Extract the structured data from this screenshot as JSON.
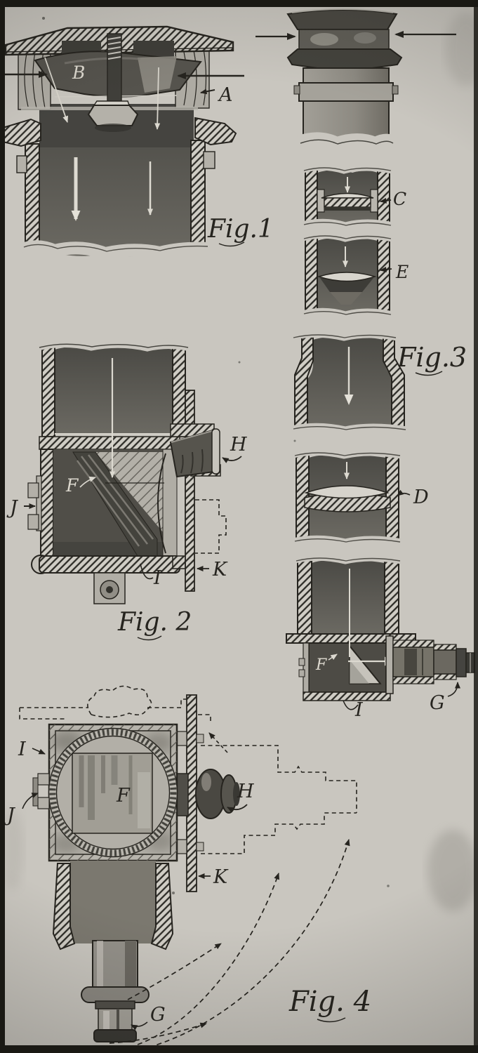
{
  "plate": {
    "description": "Engraved technical plate with four cross-section figures of a deck-light / periscope optical apparatus",
    "figure_count": 4,
    "figures": [
      {
        "name": "Fig.1",
        "part_labels": [
          "B",
          "A"
        ]
      },
      {
        "name": "Fig. 2",
        "part_labels": [
          "F",
          "H",
          "J",
          "I",
          "K"
        ]
      },
      {
        "name": "Fig.3",
        "part_labels": [
          "C",
          "E",
          "D",
          "F",
          "I",
          "G"
        ]
      },
      {
        "name": "Fig. 4",
        "part_labels": [
          "I",
          "J",
          "F",
          "H",
          "K",
          "G"
        ]
      }
    ]
  },
  "captions": {
    "fig1": "Fig.1",
    "fig2": "Fig. 2",
    "fig3": "Fig.3",
    "fig4": "Fig. 4"
  },
  "labels": {
    "fig1_b": "B",
    "fig1_a": "A",
    "fig2_f": "F",
    "fig2_h": "H",
    "fig2_j": "J",
    "fig2_i": "I",
    "fig2_k": "K",
    "fig3_c": "C",
    "fig3_e": "E",
    "fig3_d": "D",
    "fig3_f": "F",
    "fig3_i": "I",
    "fig3_g": "G",
    "fig4_i": "I",
    "fig4_j": "J",
    "fig4_f": "F",
    "fig4_h": "H",
    "fig4_k": "K",
    "fig4_g": "G"
  },
  "colors": {
    "paper": "#c9c6bf",
    "ink": "#26241f",
    "frame": "#1a1914",
    "fill_dark": "#4e4d47",
    "fill_mid": "#767369",
    "fill_light": "#b3b0a8",
    "highlight": "#dedbd2"
  }
}
